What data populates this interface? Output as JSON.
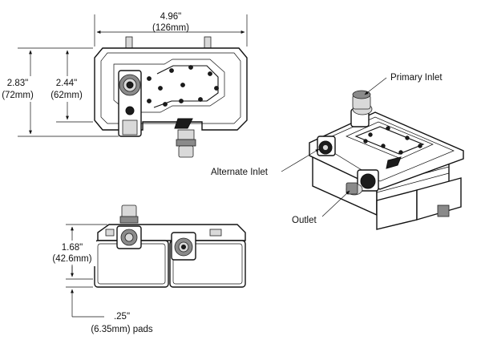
{
  "dimensions": {
    "width_in": "4.96\"",
    "width_mm": "(126mm)",
    "height_total_in": "2.83\"",
    "height_total_mm": "(72mm)",
    "height_body_in": "2.44\"",
    "height_body_mm": "(62mm)",
    "side_height_in": "1.68\"",
    "side_height_mm": "(42.6mm)",
    "pad_in": ".25\"",
    "pad_mm": "(6.35mm) pads"
  },
  "callouts": {
    "primary_inlet": "Primary Inlet",
    "alternate_inlet": "Alternate Inlet",
    "outlet": "Outlet"
  }
}
